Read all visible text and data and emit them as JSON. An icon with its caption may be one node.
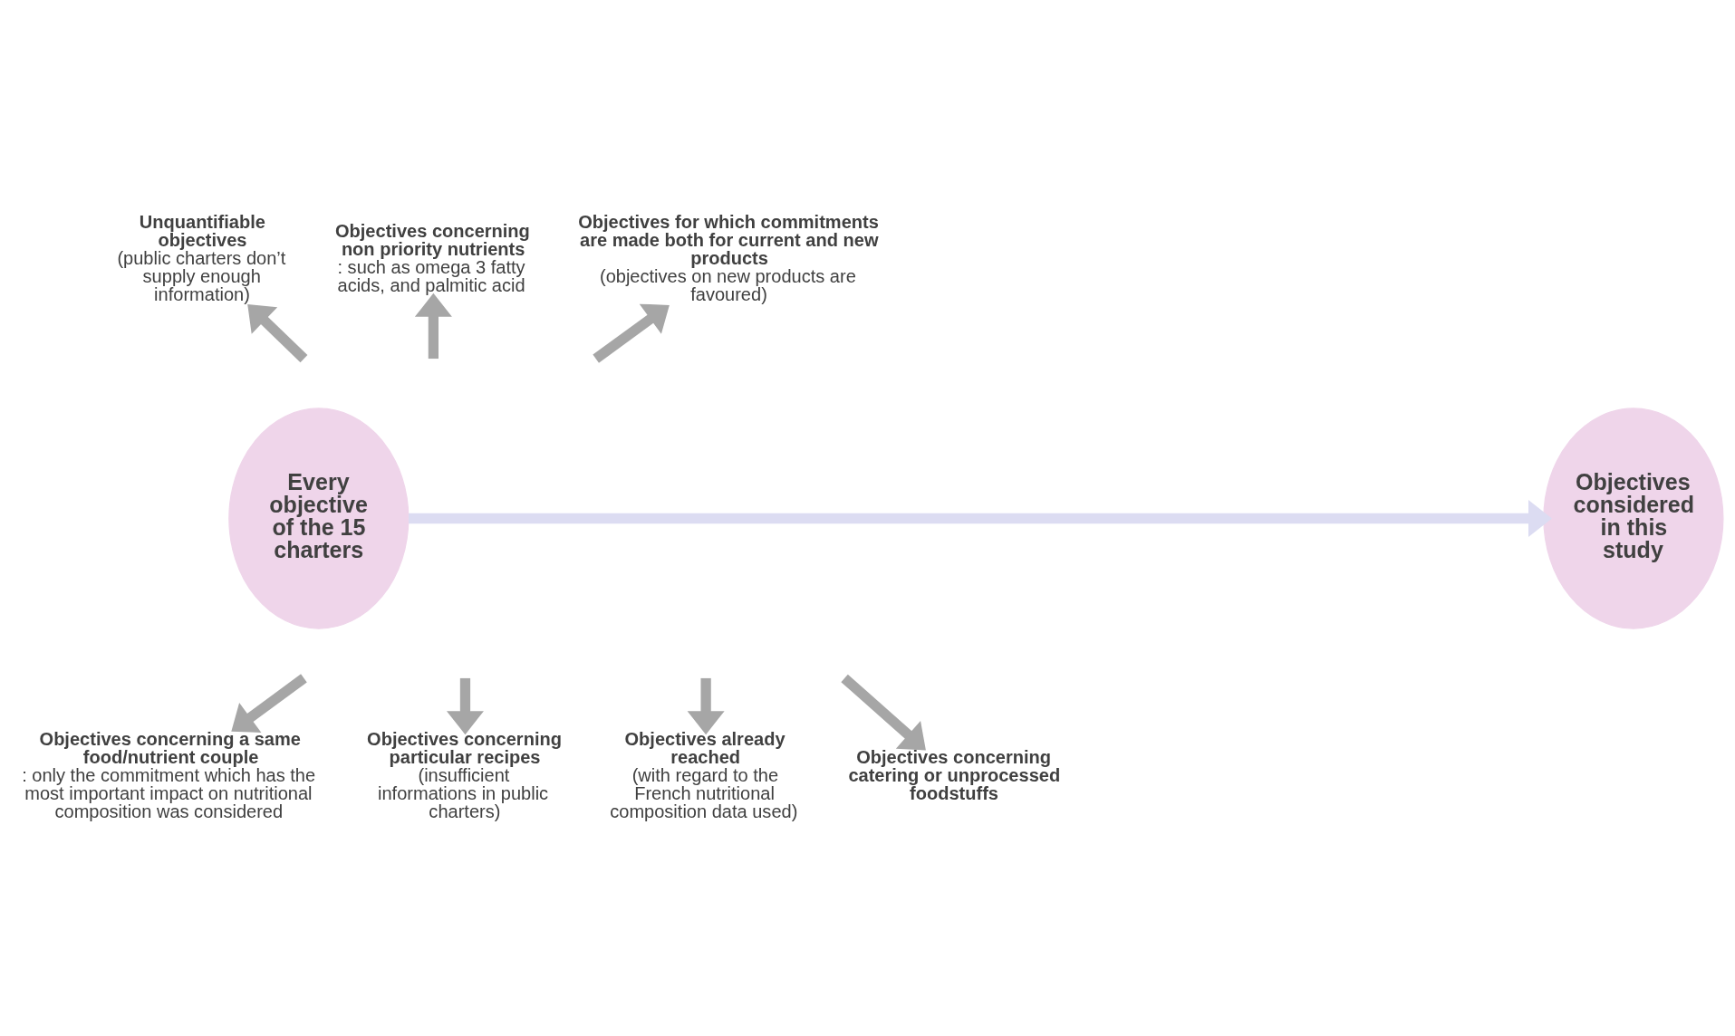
{
  "diagram": {
    "nodes": [
      {
        "text": [
          "Unquantifiable objectives",
          "(public charters don’t  supply enough information)"
        ]
      },
      {
        "text": [
          "Objectives concerning non priority nutrients",
          ": such as omega 3 fatty acids, and palmitic acid"
        ]
      },
      {
        "text": [
          "Objectives for which commitments are made both for current and new products",
          "(objectives on new products are favoured)"
        ]
      },
      {
        "text": [
          "Every objective of the 15 charters"
        ]
      },
      {
        "text": [
          "Objectives considered in this study"
        ]
      },
      {
        "text": [
          "Objectives concerning a same food/nutrient couple",
          ": only the commitment which has the most important impact on nutritional composition was considered"
        ]
      },
      {
        "text": [
          "Objectives concerning particular recipes",
          "(insufficient informations in public charters)"
        ]
      },
      {
        "text": [
          "Objectives already reached",
          "(with regard to the French nutritional composition data used)"
        ]
      },
      {
        "text": [
          "Objectives concerning catering or unprocessed foodstuffs"
        ]
      }
    ],
    "edges": [
      {
        "from": 3,
        "to": 4,
        "arrow": "to",
        "color": "#dcdcf2"
      },
      {
        "from": null,
        "to": 5,
        "arrow": "to"
      },
      {
        "from": null,
        "to": 0,
        "arrow": "to"
      },
      {
        "from": null,
        "to": 6,
        "arrow": "to"
      },
      {
        "from": null,
        "to": 1,
        "arrow": "to"
      },
      {
        "from": null,
        "to": 7,
        "arrow": "to"
      },
      {
        "from": null,
        "to": 2,
        "arrow": "to"
      },
      {
        "from": null,
        "to": 8,
        "arrow": "to"
      }
    ]
  }
}
